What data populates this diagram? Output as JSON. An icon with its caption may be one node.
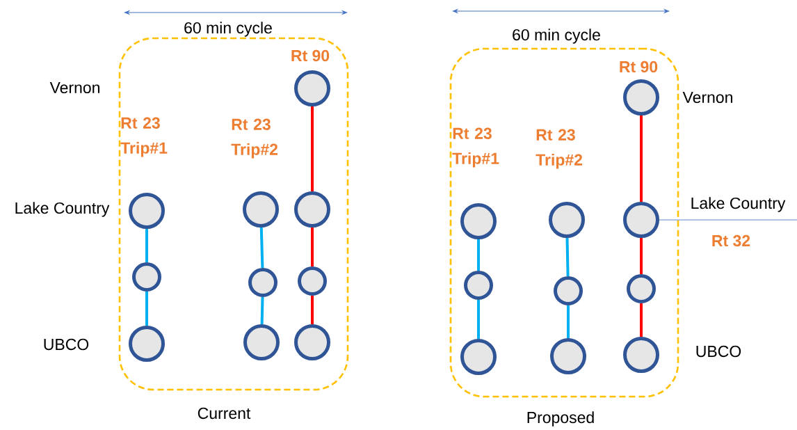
{
  "diagram": {
    "nodes": [
      {
        "text": [],
        "shape": "box"
      },
      {
        "text": [],
        "shape": "circle",
        "in": 0
      },
      {
        "text": [],
        "shape": "circle",
        "in": 0
      },
      {
        "text": [],
        "shape": "circle",
        "in": 0
      },
      {
        "text": [],
        "shape": "circle",
        "in": 0
      },
      {
        "text": [],
        "shape": "circle",
        "in": 0
      },
      {
        "text": [],
        "shape": "circle",
        "in": 0
      },
      {
        "text": [],
        "shape": "circle",
        "in": 0,
        "beside": [
          "Rt 90"
        ]
      },
      {
        "text": [],
        "shape": "circle",
        "in": 0
      },
      {
        "text": [],
        "shape": "circle",
        "in": 0
      },
      {
        "text": [],
        "shape": "circle",
        "in": 0
      },
      {
        "text": [],
        "shape": "box"
      },
      {
        "text": [],
        "shape": "circle",
        "in": 11
      },
      {
        "text": [],
        "shape": "circle",
        "in": 11
      },
      {
        "text": [],
        "shape": "circle",
        "in": 11
      },
      {
        "text": [],
        "shape": "circle",
        "in": 11
      },
      {
        "text": [],
        "shape": "circle",
        "in": 11
      },
      {
        "text": [],
        "shape": "circle",
        "in": 11
      },
      {
        "text": [],
        "shape": "circle",
        "in": 11,
        "beside": [
          "Rt 90"
        ]
      },
      {
        "text": [],
        "shape": "circle",
        "in": 11
      },
      {
        "text": [],
        "shape": "circle",
        "in": 11
      },
      {
        "text": [],
        "shape": "circle",
        "in": 11
      }
    ],
    "edges": [
      {
        "from": 1,
        "to": 2,
        "arrow": "none",
        "color": "#00b0f0"
      },
      {
        "from": 2,
        "to": 3,
        "arrow": "none",
        "color": "#00b0f0"
      },
      {
        "from": 4,
        "to": 5,
        "arrow": "none",
        "color": "#00b0f0"
      },
      {
        "from": 5,
        "to": 6,
        "arrow": "none",
        "color": "#00b0f0"
      },
      {
        "from": 7,
        "to": 8,
        "arrow": "none",
        "color": "#ff0000"
      },
      {
        "from": 8,
        "to": 9,
        "arrow": "none",
        "color": "#ff0000"
      },
      {
        "from": 9,
        "to": 10,
        "arrow": "none",
        "color": "#ff0000"
      },
      {
        "from": 12,
        "to": 13,
        "arrow": "none",
        "color": "#00b0f0"
      },
      {
        "from": 13,
        "to": 14,
        "arrow": "none",
        "color": "#00b0f0"
      },
      {
        "from": 15,
        "to": 16,
        "arrow": "none",
        "color": "#00b0f0"
      },
      {
        "from": 16,
        "to": 17,
        "arrow": "none",
        "color": "#00b0f0"
      },
      {
        "from": 18,
        "to": 19,
        "arrow": "none",
        "color": "#ff0000"
      },
      {
        "from": 19,
        "to": 20,
        "arrow": "none",
        "color": "#ff0000"
      },
      {
        "from": 20,
        "to": 21,
        "arrow": "none",
        "color": "#ff0000"
      },
      {
        "from": 19,
        "to": null,
        "arrow": "none",
        "color": "#4472c4"
      }
    ],
    "labels": [
      "60 min cycle",
      "Vernon",
      "Rt 23 Trip#1",
      "Rt 23 Trip#2",
      "Lake Country",
      "UBCO",
      "Current",
      "60 min cycle",
      "Vernon",
      "Rt 23 Trip#1",
      "Rt 23 Trip#2",
      "Lake Country",
      "Rt 32",
      "UBCO",
      "Proposed"
    ]
  }
}
